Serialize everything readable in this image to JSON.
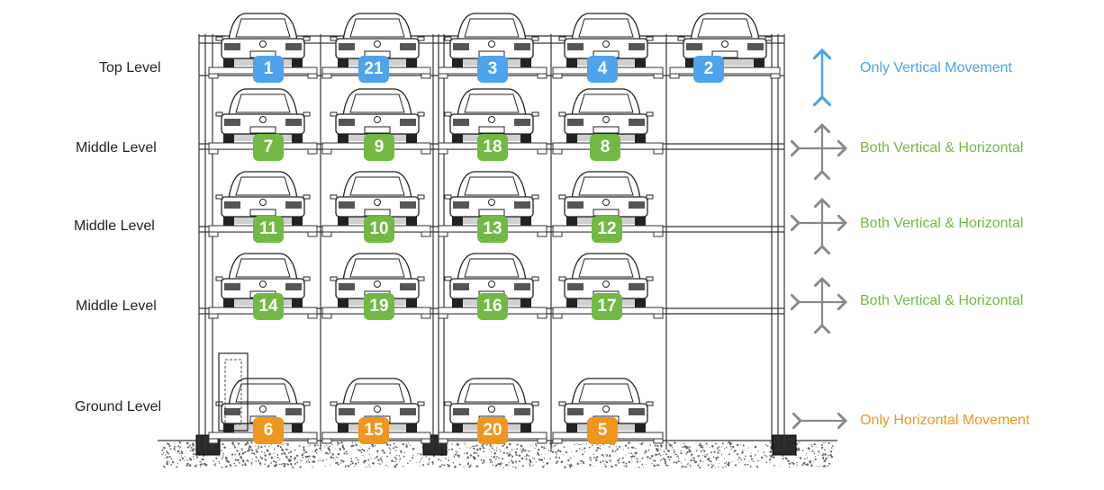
{
  "colors": {
    "top": "#4DA3EC",
    "middle": "#72B943",
    "ground": "#F0961F",
    "frame": "#333333",
    "arrow": "#888888"
  },
  "levels": [
    {
      "label": "Top Level",
      "type": "top",
      "slots": [
        "1",
        "21",
        "3",
        "4",
        "2"
      ]
    },
    {
      "label": "Middle Level",
      "type": "middle",
      "slots": [
        "7",
        "9",
        "18",
        "8"
      ]
    },
    {
      "label": "Middle Level",
      "type": "middle",
      "slots": [
        "11",
        "10",
        "13",
        "12"
      ]
    },
    {
      "label": "Middle Level",
      "type": "middle",
      "slots": [
        "14",
        "19",
        "16",
        "17"
      ]
    },
    {
      "label": "Ground Level",
      "type": "ground",
      "slots": [
        "6",
        "15",
        "20",
        "5"
      ]
    }
  ],
  "legend": [
    {
      "text": "Only Vertical Movement",
      "type": "top",
      "icon": "vertical-arrow-icon"
    },
    {
      "text": "Both Vertical & Horizontal",
      "type": "middle",
      "icon": "four-way-arrow-icon"
    },
    {
      "text": "Both Vertical & Horizontal",
      "type": "middle",
      "icon": "four-way-arrow-icon"
    },
    {
      "text": "Both Vertical & Horizontal",
      "type": "middle",
      "icon": "four-way-arrow-icon"
    },
    {
      "text": "Only Horizontal Movement",
      "type": "ground",
      "icon": "horizontal-arrow-icon"
    }
  ]
}
